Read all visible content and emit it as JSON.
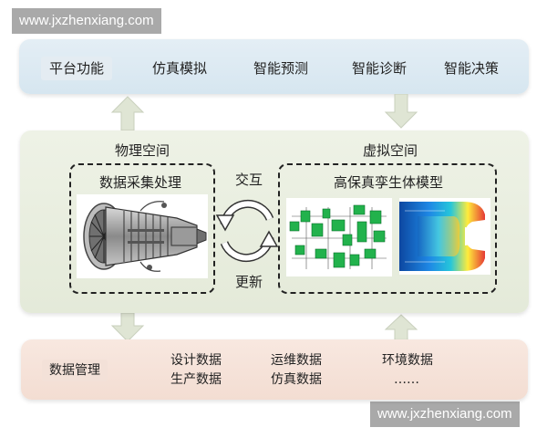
{
  "watermark": "www.jxzhenxiang.com",
  "platform": {
    "items": [
      "平台功能",
      "仿真模拟",
      "智能预测",
      "智能诊断",
      "智能决策"
    ]
  },
  "physical": {
    "title": "物理空间",
    "box_title": "数据采集处理"
  },
  "virtual": {
    "title": "虚拟空间",
    "box_title": "高保真孪生体模型"
  },
  "interaction": {
    "top_label": "交互",
    "bottom_label": "更新"
  },
  "data_mgmt": {
    "label": "数据管理",
    "col1": [
      "设计数据",
      "生产数据"
    ],
    "col2": [
      "运维数据",
      "仿真数据"
    ],
    "col3": [
      "环境数据",
      "……"
    ]
  },
  "colors": {
    "platform_band": "#dbe8f1",
    "middle_panel": "#e8edde",
    "data_band": "#f5e2d8",
    "flow_arrow": "#dfe5d4",
    "sim_green": "#22b24c",
    "heatmap": "#1565c0"
  }
}
